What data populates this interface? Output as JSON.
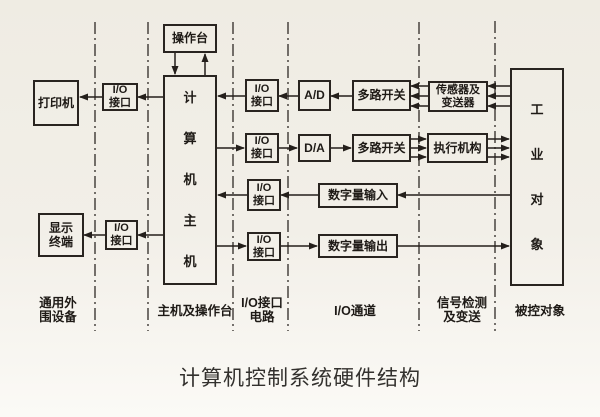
{
  "title": "计算机控制系统硬件结构",
  "colors": {
    "paper": "#f2efe8",
    "ink": "#292420",
    "title_ink": "#33312e"
  },
  "boxes": {
    "console": "操作台",
    "host": {
      "chars": [
        "计",
        "算",
        "机",
        "主",
        "机"
      ]
    },
    "printer": "打印机",
    "display": {
      "line1": "显示",
      "line2": "终端"
    },
    "io_label": {
      "line1": "I/O",
      "line2": "接口"
    },
    "ad": "A/D",
    "da": "D/A",
    "mux1": "多路开关",
    "mux2": "多路开关",
    "sensor": {
      "line1": "传感器及",
      "line2": "变送器"
    },
    "actuator": "执行机构",
    "digital_in": "数字量输入",
    "digital_out": "数字量输出",
    "industry": {
      "chars": [
        "工",
        "业",
        "对",
        "象"
      ]
    }
  },
  "section_labels": {
    "peripherals": {
      "line1": "通用外",
      "line2": "围设备"
    },
    "host_console": "主机及操作台",
    "io_interface": {
      "line1": "I/O接口",
      "line2": "电路"
    },
    "io_channel": "I/O通道",
    "signal": {
      "line1": "信号检测",
      "line2": "及变送"
    },
    "controlled": "被控对象"
  }
}
